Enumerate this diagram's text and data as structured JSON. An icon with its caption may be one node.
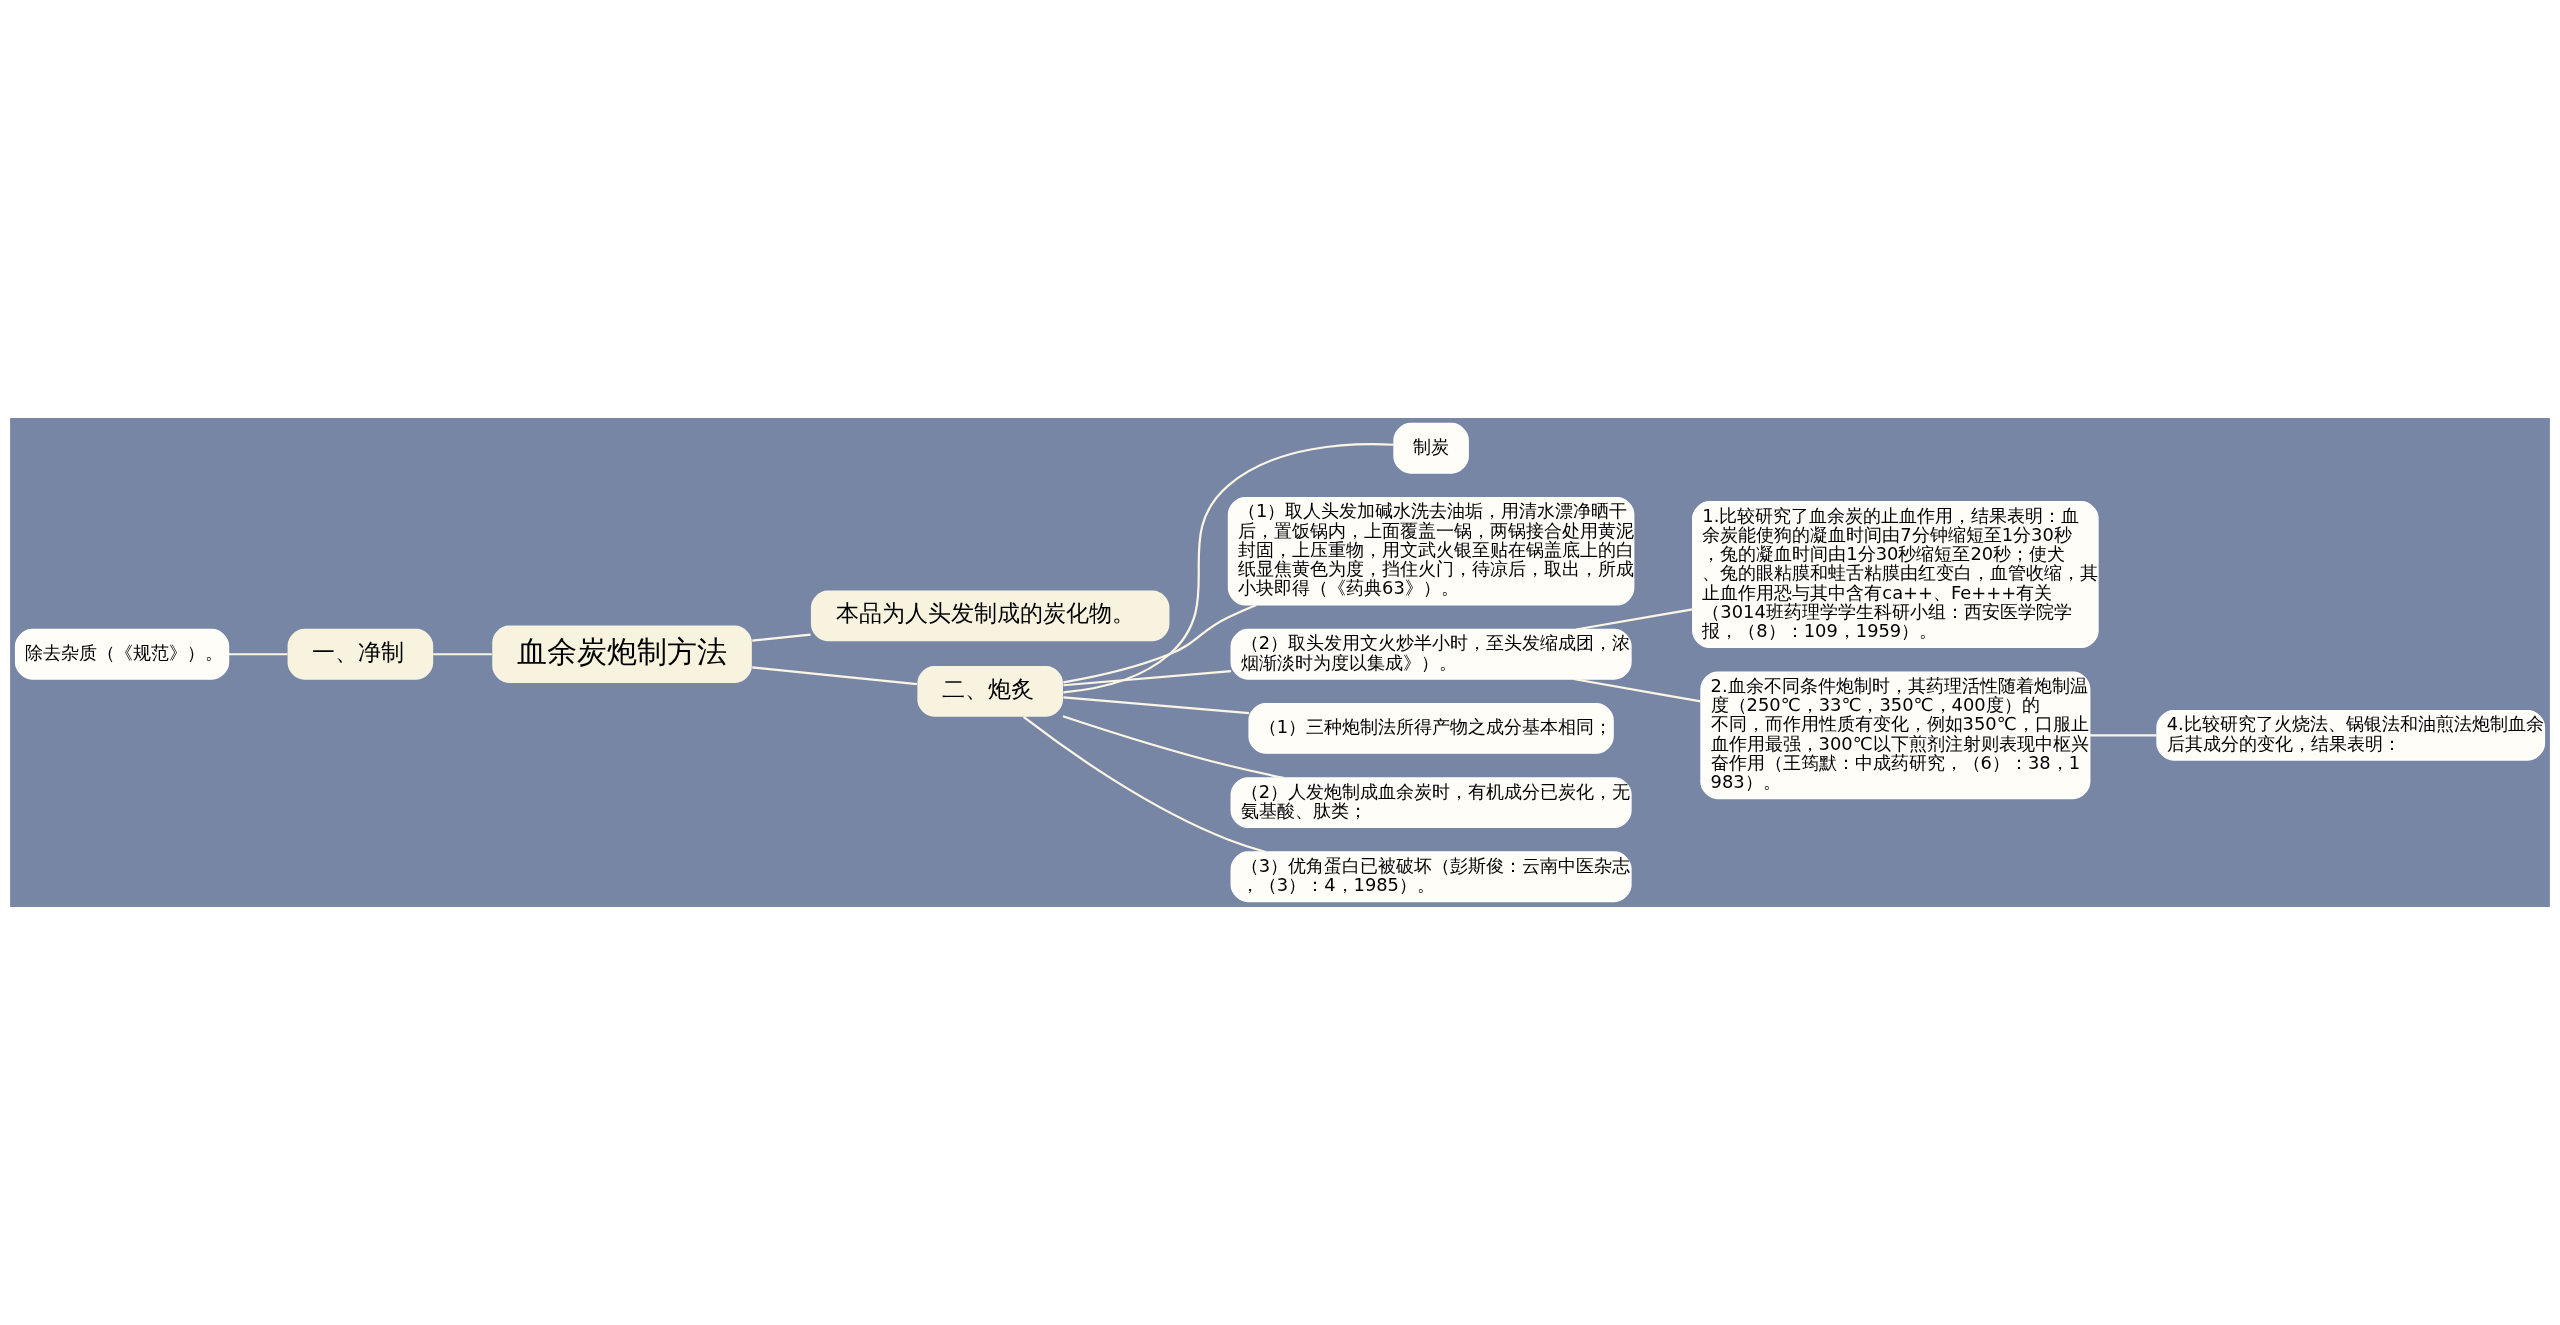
{
  "diagram": {
    "nodes": [
      {
        "text": [
          "血余炭炮制方法"
        ]
      },
      {
        "text": [
          "一、净制"
        ]
      },
      {
        "text": [
          "除去杂质（《规范》）。"
        ]
      },
      {
        "text": [
          "本品为人头发制成的炭化物。"
        ]
      },
      {
        "text": [
          "二、炮炙"
        ]
      },
      {
        "text": [
          "制炭"
        ]
      },
      {
        "text": [
          "（1）取人头发加碱水洗去油垢，用清水漂净晒干后，置饭锅内，上面覆盖一锅，两锅接合处用黄泥封固，上压重物，用文武火银至贴在锅盖底上的白纸显焦黄色为度，挡住火门，待凉后，取出，所成小块即得（《药典63》）。"
        ]
      },
      {
        "text": [
          "（2）取头发用文火炒半小时，至头发缩成团，浓烟渐淡时为度以集成》）。"
        ]
      },
      {
        "text": [
          "1.比较研究了血余炭的止血作用，结果表明：血余炭能使狗的凝血时间由7分钟缩短至1分30秒，兔的凝血时间由1分30秒缩短至20秒；使犬、兔的眼粘膜和蛙舌粘膜由红变白，血管收缩，其止血作用恐与其中含有ca++、Fe+++有关（3014班药理学学生科研小组：西安医学院学报，（8）：109，1959）。"
        ]
      },
      {
        "text": [
          "2.血余不同条件炮制时，其药理活性随着炮制温度（250℃，33℃，350℃，400度）的不同，而作用性质有变化，例如350℃，口服止血作用最强，300℃以下煎剂注射则表现中枢兴奋作用（王筠默：中成药研究，（6）：38，1983）。"
        ]
      },
      {
        "text": [
          "4.比较研究了火烧法、锅银法和油煎法炮制血余后其成分的变化，结果表明："
        ]
      },
      {
        "text": [
          "（1）三种炮制法所得产物之成分基本相同；"
        ]
      },
      {
        "text": [
          "（2）人发炮制成血余炭时，有机成分已炭化，无氨基酸、肽类；"
        ]
      },
      {
        "text": [
          "（3）优角蛋白已被破坏（彭斯俊：云南中医杂志，（3）：4，1985）。"
        ]
      }
    ],
    "edges": [
      {
        "from": 0,
        "to": 1,
        "arrow": "none"
      },
      {
        "from": 1,
        "to": 2,
        "arrow": "none"
      },
      {
        "from": 0,
        "to": 3,
        "arrow": "none"
      },
      {
        "from": 0,
        "to": 4,
        "arrow": "none"
      },
      {
        "from": 4,
        "to": 5,
        "arrow": "none"
      },
      {
        "from": 4,
        "to": 6,
        "arrow": "none"
      },
      {
        "from": 4,
        "to": 7,
        "arrow": "none"
      },
      {
        "from": 7,
        "to": 8,
        "arrow": "none"
      },
      {
        "from": 7,
        "to": 9,
        "arrow": "none"
      },
      {
        "from": 9,
        "to": 10,
        "arrow": "none"
      },
      {
        "from": 4,
        "to": 11,
        "arrow": "none"
      },
      {
        "from": 4,
        "to": 12,
        "arrow": "none"
      },
      {
        "from": 4,
        "to": 13,
        "arrow": "none"
      }
    ]
  }
}
